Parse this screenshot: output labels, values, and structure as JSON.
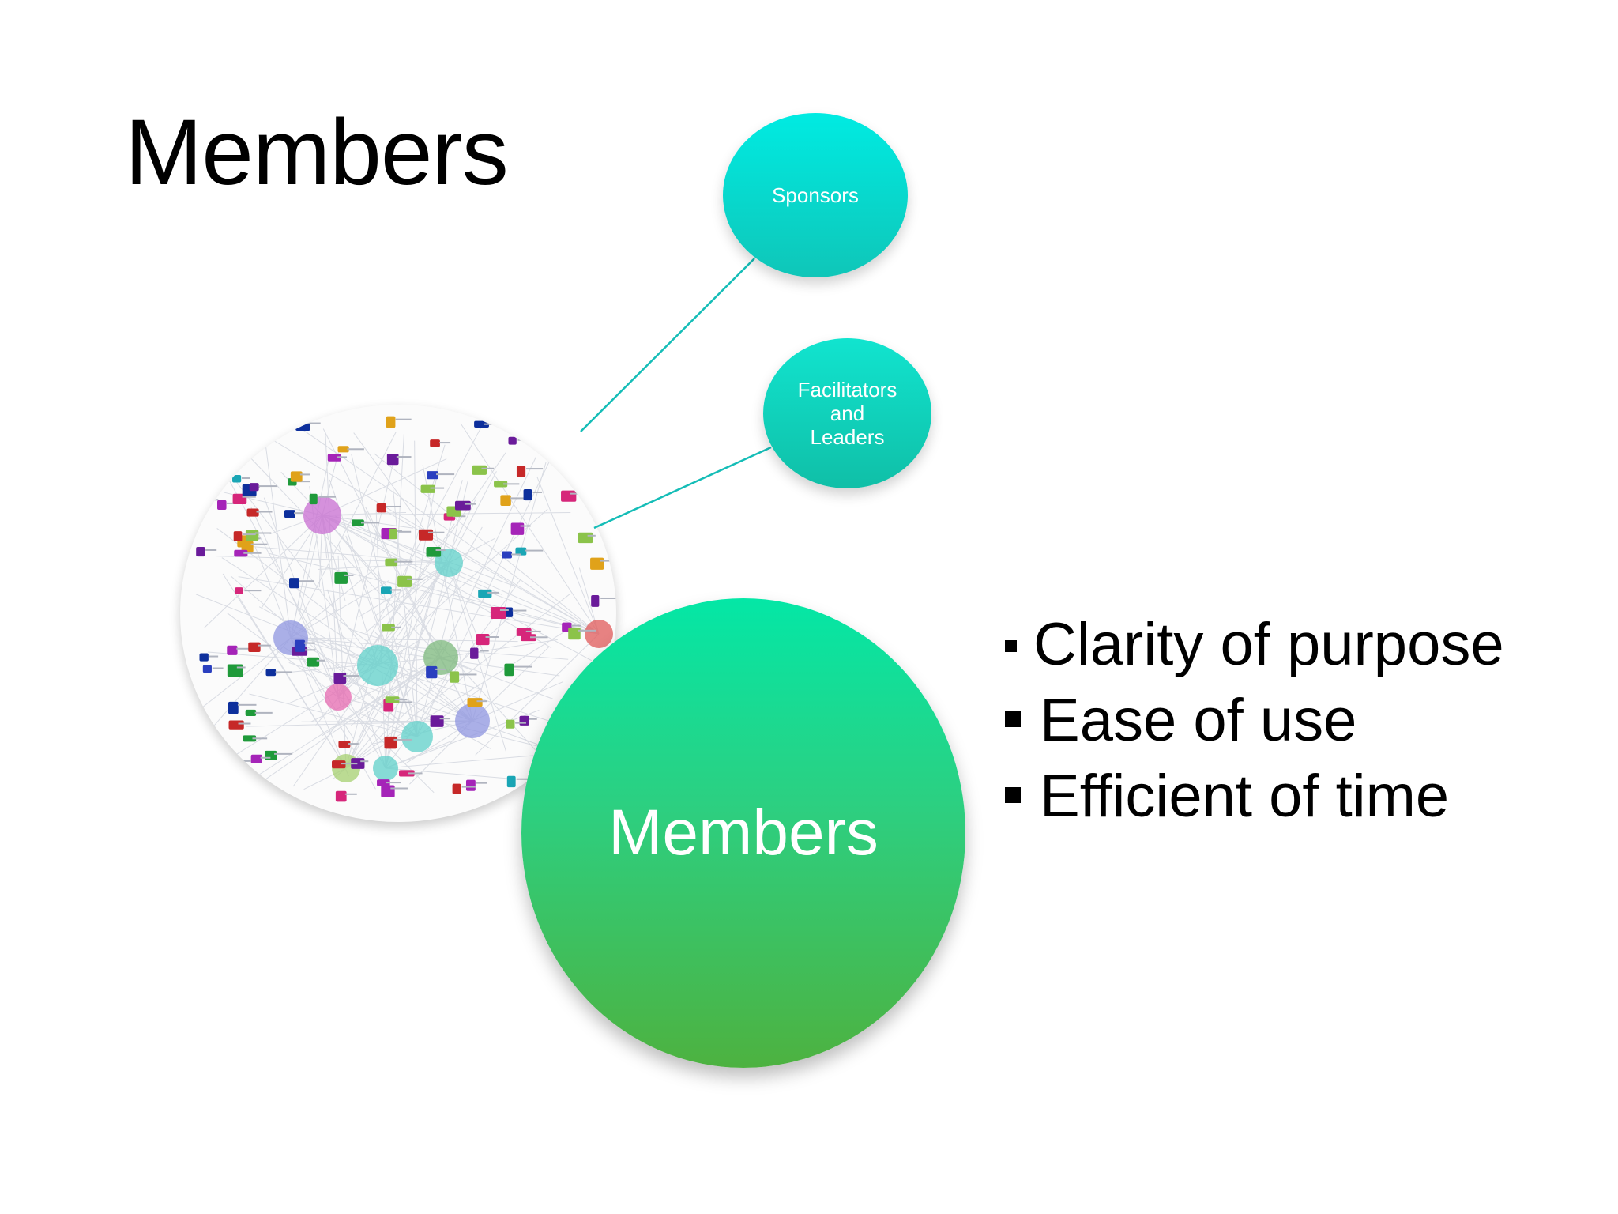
{
  "slide": {
    "title": "Members",
    "bubbles": {
      "sponsors": "Sponsors",
      "facilitators": [
        "Facilitators",
        "and",
        "Leaders"
      ],
      "members": "Members"
    },
    "bullets": [
      "Clarity of purpose",
      "Ease of use",
      "Efficient of time"
    ],
    "image": "network-graph"
  },
  "colors": {
    "connector": "#15bdb7",
    "sponsors": "#00ebe2",
    "facilitators": "#11e4cf",
    "members_top": "#04e7a6",
    "members_bottom": "#4db240",
    "text": "#000000"
  }
}
